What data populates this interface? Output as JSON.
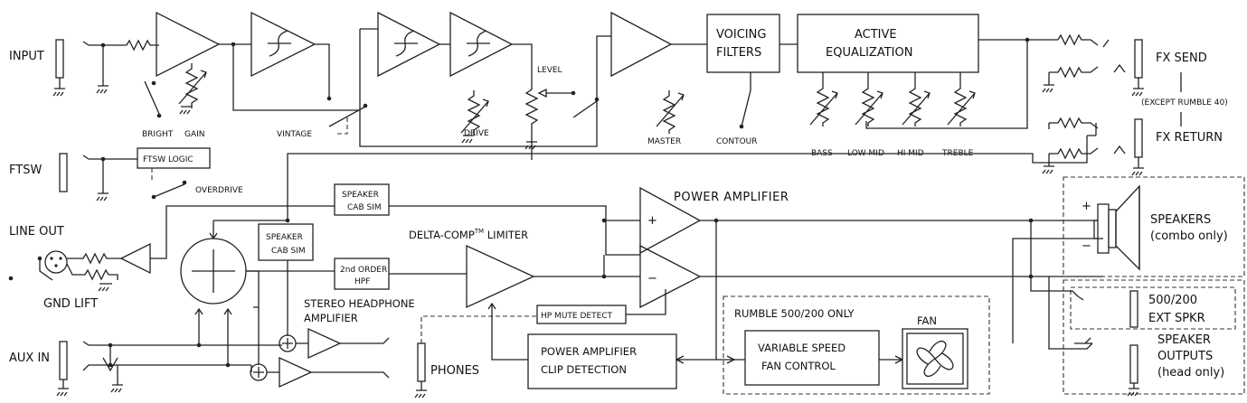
{
  "labels": {
    "input": "INPUT",
    "ftsw": "FTSW",
    "line_out": "LINE OUT",
    "gnd_lift": "GND LIFT",
    "aux_in": "AUX IN",
    "bright": "BRIGHT",
    "gain": "GAIN",
    "vintage": "VINTAGE",
    "drive": "DRIVE",
    "level": "LEVEL",
    "master": "MASTER",
    "voicing_filters_1": "VOICING",
    "voicing_filters_2": "FILTERS",
    "contour": "CONTOUR",
    "active_eq_1": "ACTIVE",
    "active_eq_2": "EQUALIZATION",
    "bass": "BASS",
    "low_mid": "LOW MID",
    "hi_mid": "HI MID",
    "treble": "TREBLE",
    "fx_send": "FX SEND",
    "fx_return": "FX RETURN",
    "except_rumble": "(EXCEPT RUMBLE 40)",
    "ftsw_logic": "FTSW LOGIC",
    "overdrive": "OVERDRIVE",
    "speaker_cab_sim_1": "SPEAKER",
    "speaker_cab_sim_2": "CAB SIM",
    "speaker_cab_sim_b1": "SPEAKER",
    "speaker_cab_sim_b2": "CAB SIM",
    "hpf_1": "2nd ORDER",
    "hpf_2": "HPF",
    "delta_comp": "DELTA-COMP",
    "delta_comp_tm": "TM",
    "limiter": "LIMITER",
    "power_amplifier": "POWER AMPLIFIER",
    "plus": "+",
    "minus": "−",
    "stereo_hp_amp_1": "STEREO HEADPHONE",
    "stereo_hp_amp_2": "AMPLIFIER",
    "hp_mute_detect": "HP MUTE DETECT",
    "pa_clip_1": "POWER AMPLIFIER",
    "pa_clip_2": "CLIP DETECTION",
    "phones": "PHONES",
    "rumble_500_200_only": "RUMBLE 500/200 ONLY",
    "fan": "FAN",
    "fan_control_1": "VARIABLE SPEED",
    "fan_control_2": "FAN CONTROL",
    "speakers_1": "SPEAKERS",
    "speakers_2": "(combo only)",
    "ext_spkr_1": "500/200",
    "ext_spkr_2": "EXT SPKR",
    "speaker_outputs_1": "SPEAKER",
    "speaker_outputs_2": "OUTPUTS",
    "speaker_outputs_3": "(head only)",
    "spk_plus": "+",
    "spk_minus": "−"
  }
}
